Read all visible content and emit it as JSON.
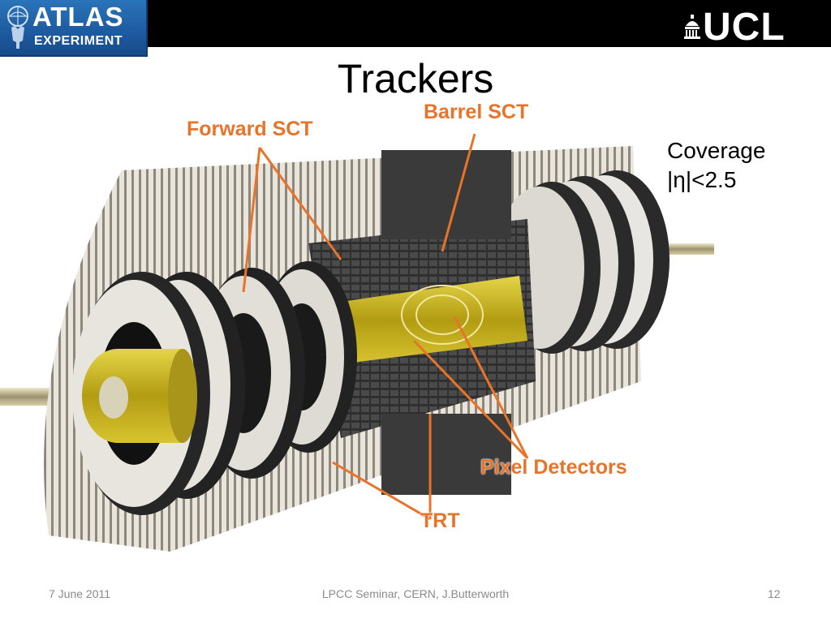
{
  "header": {
    "atlas_logo_word": "ATLAS",
    "atlas_logo_sub": "EXPERIMENT",
    "ucl_logo_word": "UCL"
  },
  "slide": {
    "title": "Trackers",
    "coverage_line1": "Coverage",
    "coverage_line2": "|η|<2.5"
  },
  "diagram_labels": {
    "forward_sct": "Forward SCT",
    "barrel_sct": "Barrel SCT",
    "pixel_detectors": "Pixel Detectors",
    "trt": "TRT"
  },
  "footer": {
    "date": "7 June 2011",
    "center": "LPCC Seminar, CERN, J.Butterworth",
    "page": "12"
  },
  "colors": {
    "label_orange": "#e8742a",
    "atlas_blue": "#1d5aa0",
    "detector_yellow": "#c9b21e"
  }
}
